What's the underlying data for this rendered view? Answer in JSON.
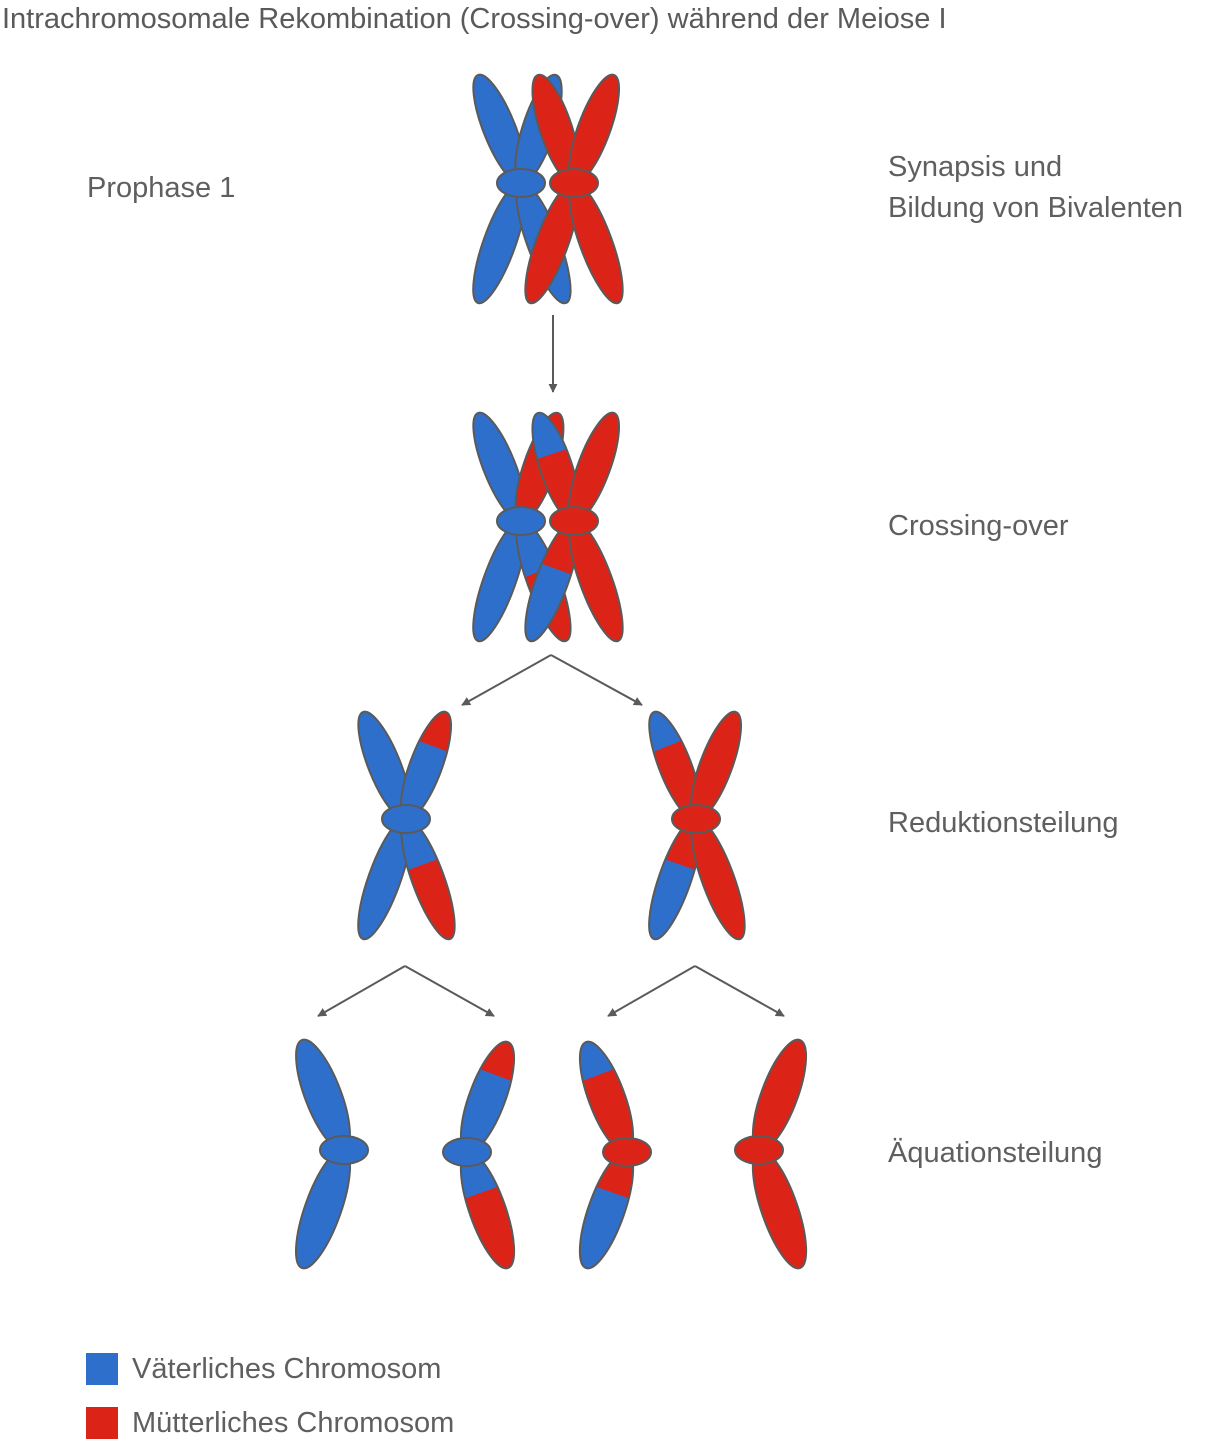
{
  "title": "Intrachromosomale Rekombination (Crossing-over) während der Meiose I",
  "stages": {
    "prophase": "Prophase 1",
    "synapsis_line1": "Synapsis und",
    "synapsis_line2": "Bildung von Bivalenten",
    "crossing_over": "Crossing-over",
    "reduction": "Reduktionsteilung",
    "equation": "Äquationsteilung"
  },
  "legend": {
    "paternal": "Väterliches Chromosom",
    "maternal": "Mütterliches Chromosom"
  },
  "colors": {
    "paternal": "#2f6fcc",
    "maternal": "#dc2318",
    "outline": "#5a5a5a",
    "arrow": "#5a5a5a"
  }
}
